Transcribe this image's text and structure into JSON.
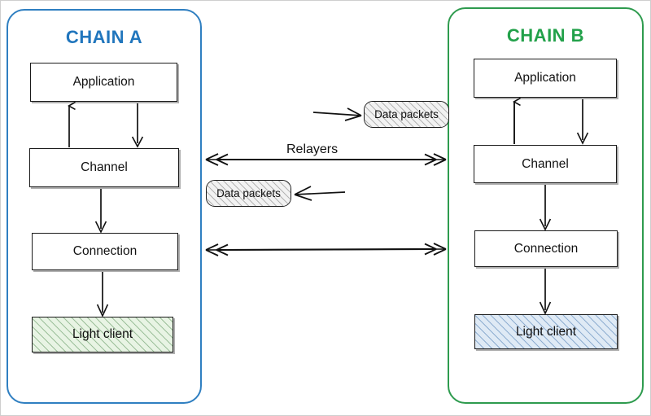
{
  "diagram": {
    "title": "IBC chain layer architecture with relayers",
    "background": "#ffffff",
    "frame_color": "#cfcfcf"
  },
  "chain_a": {
    "title": "CHAIN A",
    "accent_color": "#2176bd",
    "border_color": "#2f7fc1",
    "layers": [
      {
        "label": "Application",
        "fill": "white"
      },
      {
        "label": "Channel",
        "fill": "white"
      },
      {
        "label": "Connection",
        "fill": "white"
      },
      {
        "label": "Light client",
        "fill": "green-hatch"
      }
    ]
  },
  "chain_b": {
    "title": "CHAIN B",
    "accent_color": "#22a14a",
    "border_color": "#2e9b4e",
    "layers": [
      {
        "label": "Application",
        "fill": "white"
      },
      {
        "label": "Channel",
        "fill": "white"
      },
      {
        "label": "Connection",
        "fill": "white"
      },
      {
        "label": "Light client",
        "fill": "blue-hatch"
      }
    ]
  },
  "middle": {
    "relayers_label": "Relayers",
    "packet_top_label": "Data packets",
    "packet_bottom_label": "Data packets",
    "packet_fill": "grey-hatch"
  },
  "connectors": {
    "chain_a_up_arrow": "channel-to-application",
    "chain_a_down_arrow": "application-to-channel",
    "chain_a_channel_to_connection": "channel-to-connection",
    "chain_a_connection_to_light_client": "connection-to-light-client",
    "chain_b_up_arrow": "channel-to-application",
    "chain_b_down_arrow": "application-to-channel",
    "chain_b_channel_to_connection": "channel-to-connection",
    "chain_b_connection_to_light_client": "connection-to-light-client",
    "relayers_channel_link": "bidirectional-channel-link",
    "relayers_connection_link": "bidirectional-connection-link",
    "packet_top_inbound": "arrow-to-top-data-packet",
    "packet_bottom_inbound": "arrow-to-bottom-data-packet"
  }
}
